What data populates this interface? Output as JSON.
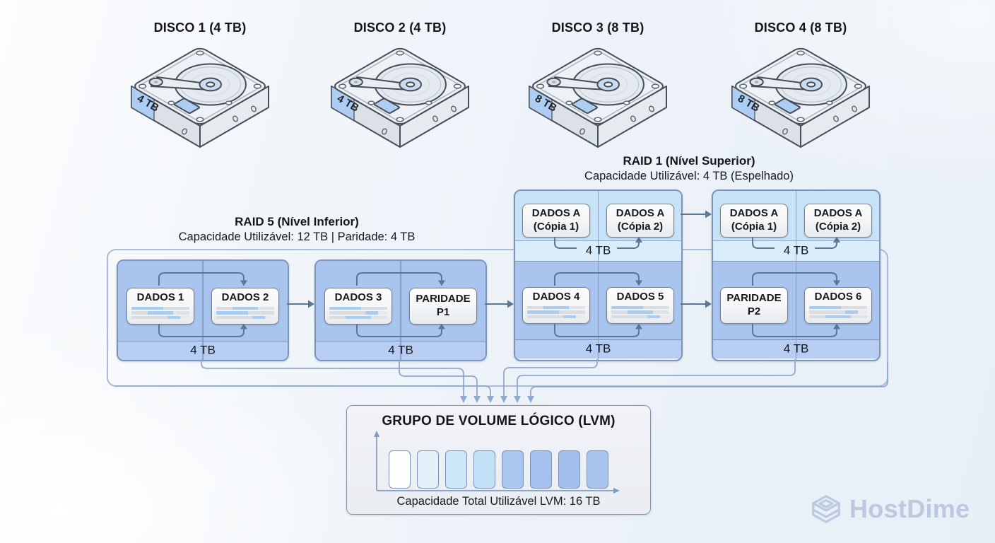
{
  "disks": [
    {
      "title": "DISCO 1 (4 TB)",
      "side_label": "4 TB"
    },
    {
      "title": "DISCO 2 (4 TB)",
      "side_label": "4 TB"
    },
    {
      "title": "DISCO 3 (8 TB)",
      "side_label": "8 TB"
    },
    {
      "title": "DISCO 4 (8 TB)",
      "side_label": "8 TB"
    }
  ],
  "raid1": {
    "title": "RAID 1 (Nível Superior)",
    "subtitle": "Capacidade Utilizável: 4 TB (Espelhado)",
    "mirrors": [
      {
        "chip1": {
          "line1": "DADOS A",
          "line2": "(Cópia 1)"
        },
        "chip2": {
          "line1": "DADOS A",
          "line2": "(Cópia 2)"
        },
        "capacity": "4 TB"
      },
      {
        "chip1": {
          "line1": "DADOS A",
          "line2": "(Cópia 1)"
        },
        "chip2": {
          "line1": "DADOS A",
          "line2": "(Cópia 2)"
        },
        "capacity": "4 TB"
      }
    ]
  },
  "raid5": {
    "title": "RAID 5 (Nível Inferior)",
    "subtitle": "Capacidade Utilizável: 12 TB | Paridade: 4 TB",
    "members": [
      {
        "chip1": {
          "line1": "DADOS 1"
        },
        "chip2": {
          "line1": "DADOS 2"
        },
        "capacity": "4 TB"
      },
      {
        "chip1": {
          "line1": "DADOS 3"
        },
        "chip2": {
          "line1": "PARIDADE",
          "line2": "P1"
        },
        "capacity": "4 TB"
      },
      {
        "chip1": {
          "line1": "DADOS 4"
        },
        "chip2": {
          "line1": "DADOS 5"
        },
        "capacity": "4 TB"
      },
      {
        "chip1": {
          "line1": "PARIDADE",
          "line2": "P2"
        },
        "chip2": {
          "line1": "DADOS 6"
        },
        "capacity": "4 TB"
      }
    ]
  },
  "lvm": {
    "title": "GRUPO DE VOLUME LÓGICO (LVM)",
    "caption": "Capacidade Total Utilizável LVM: 16 TB",
    "bar_colors": [
      "#fdfefe",
      "#e4f1fb",
      "#cde6f8",
      "#c3e1f7",
      "#a8c6f0",
      "#a5c2ee",
      "#a3c0ed",
      "#a8c5ef"
    ]
  },
  "watermark": {
    "brand": "HostDime"
  },
  "colors": {
    "accent_blue": "#a9c4ee",
    "light_blue": "#c8e3f8",
    "line_dark": "#5a7894",
    "line_light": "#8fa9cf"
  }
}
